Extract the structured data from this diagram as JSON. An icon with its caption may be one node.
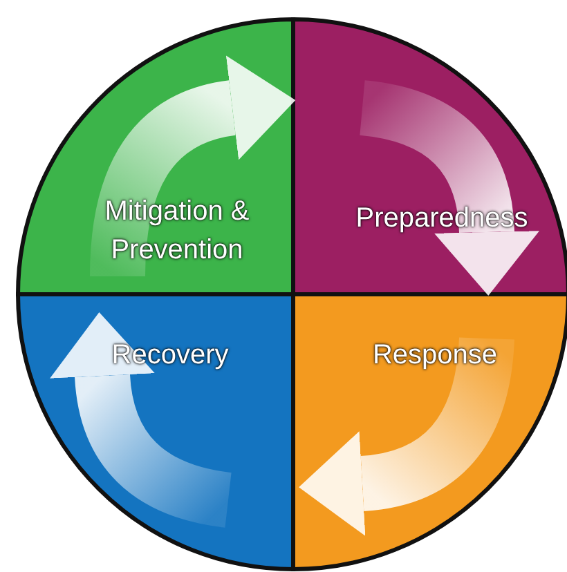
{
  "diagram": {
    "nodes": [
      {
        "text": [
          "Mitigation & Prevention"
        ]
      },
      {
        "text": [
          "Preparedness"
        ]
      },
      {
        "text": [
          "Recovery"
        ]
      },
      {
        "text": [
          "Response"
        ]
      }
    ],
    "edges": [
      {
        "from": 0,
        "to": 1,
        "arrow": "to"
      },
      {
        "from": 1,
        "to": 3,
        "arrow": "to"
      },
      {
        "from": 3,
        "to": 2,
        "arrow": "to"
      },
      {
        "from": 2,
        "to": 0,
        "arrow": "to"
      }
    ]
  }
}
